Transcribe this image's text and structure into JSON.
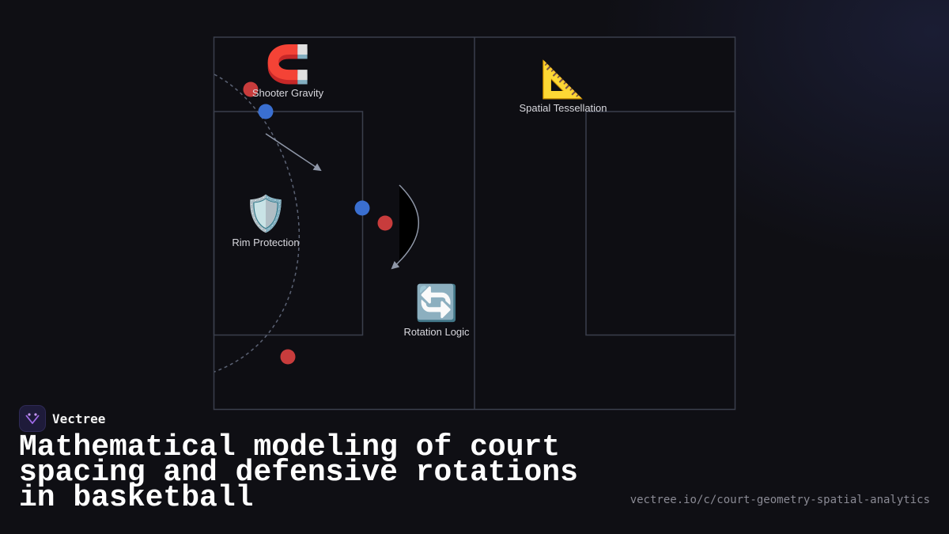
{
  "diagram": {
    "concepts": [
      {
        "id": "shooter-gravity",
        "label": "Shooter Gravity",
        "icon": "🧲",
        "icon_name": "magnet-icon"
      },
      {
        "id": "spatial-tessellation",
        "label": "Spatial Tessellation",
        "icon": "📐",
        "icon_name": "triangular-ruler-icon"
      },
      {
        "id": "rim-protection",
        "label": "Rim Protection",
        "icon": "🛡️",
        "icon_name": "shield-icon"
      },
      {
        "id": "rotation-logic",
        "label": "Rotation Logic",
        "icon": "🔄",
        "icon_name": "rotation-arrows-icon"
      }
    ],
    "colors": {
      "court_lines": "#3a3f4c",
      "offense_player": "#c83c3c",
      "defense_player": "#3a6fd0",
      "arrows": "#8f97a8",
      "label_text": "#d8d8de"
    }
  },
  "brand": {
    "name": "Vectree"
  },
  "headline": "Mathematical modeling of court spacing and defensive rotations in basketball",
  "url": "vectree.io/c/court-geometry-spatial-analytics"
}
